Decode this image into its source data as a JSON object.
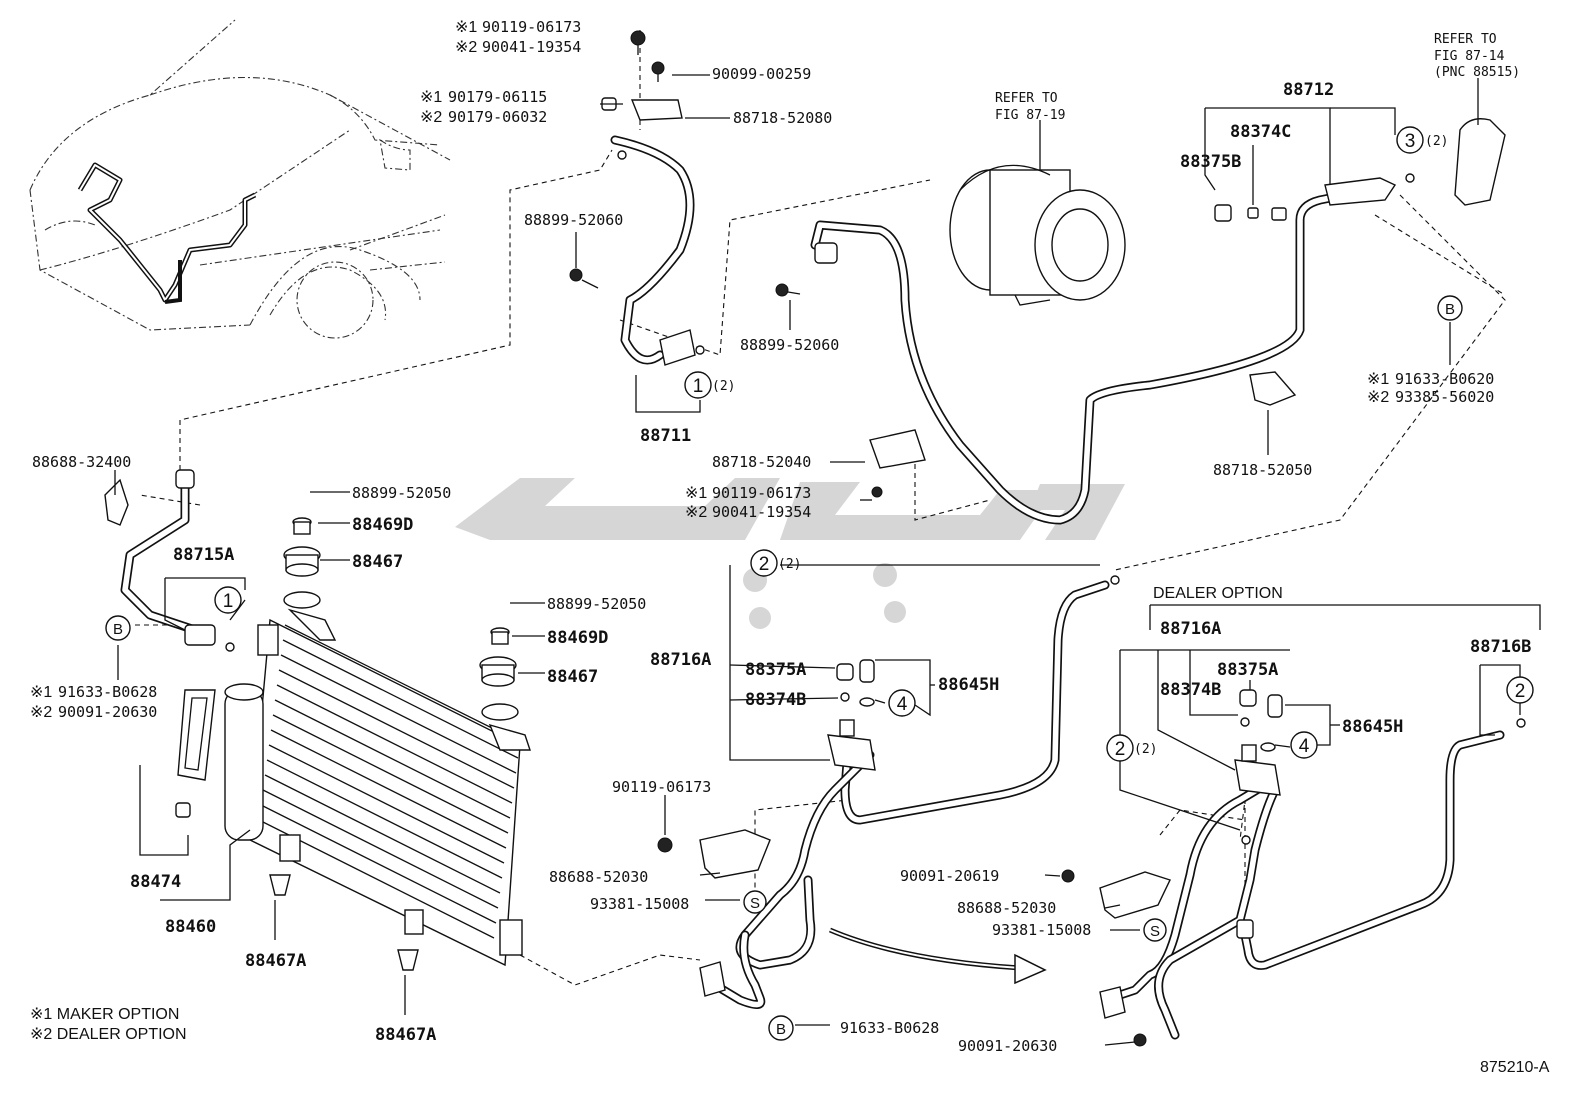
{
  "labels": {
    "p90119_06173_a": "90119-06173",
    "p90041_19354_a": "90041-19354",
    "p90099_00259": "90099-00259",
    "p90179_06115": "90179-06115",
    "p90179_06032": "90179-06032",
    "p88718_52080": "88718-52080",
    "p88899_52060_a": "88899-52060",
    "p88899_52060_b": "88899-52060",
    "p88711": "88711",
    "p88712": "88712",
    "p88374C": "88374C",
    "p88375B": "88375B",
    "p88718_52040": "88718-52040",
    "p90119_06173_b": "90119-06173",
    "p90041_19354_b": "90041-19354",
    "p88718_52050": "88718-52050",
    "p91633_B0620": "91633-B0620",
    "p93385_56020": "93385-56020",
    "p88688_32400": "88688-32400",
    "p88899_52050_a": "88899-52050",
    "p88469D_a": "88469D",
    "p88467_a": "88467",
    "p88715A": "88715A",
    "p91633_B0628_a": "91633-B0628",
    "p90091_20630_a": "90091-20630",
    "p88899_52050_b": "88899-52050",
    "p88469D_b": "88469D",
    "p88467_b": "88467",
    "p88716A_a": "88716A",
    "p88375A_a": "88375A",
    "p88374B_a": "88374B",
    "p88645H_a": "88645H",
    "p88474": "88474",
    "p88460": "88460",
    "p88467A_a": "88467A",
    "p88467A_b": "88467A",
    "p90119_06173_c": "90119-06173",
    "p88688_52030_a": "88688-52030",
    "p93381_15008_a": "93381-15008",
    "p91633_B0628_b": "91633-B0628",
    "p88716A_b": "88716A",
    "p88375A_b": "88375A",
    "p88374B_b": "88374B",
    "p88645H_b": "88645H",
    "p88716B": "88716B",
    "p90091_20619": "90091-20619",
    "p88688_52030_b": "88688-52030",
    "p93381_15008_b": "93381-15008",
    "p90091_20630_b": "90091-20630"
  },
  "marks": {
    "m1": "※1",
    "m2": "※2"
  },
  "qty": {
    "q2": "(2)"
  },
  "circles": {
    "c1": "1",
    "c2": "2",
    "c3": "3",
    "c4": "4",
    "cB": "B",
    "cS": "S"
  },
  "refs": {
    "fig8719_l1": "REFER TO",
    "fig8719_l2": "FIG 87-19",
    "fig8714_l1": "REFER TO",
    "fig8714_l2": "FIG 87-14",
    "fig8714_l3": "(PNC 88515)"
  },
  "dealer_option_header": "DEALER OPTION",
  "legend": {
    "maker": "※1 MAKER OPTION",
    "dealer": "※2 DEALER OPTION"
  },
  "figure_number": "875210-A",
  "watermark_color": "#d6d6d6"
}
